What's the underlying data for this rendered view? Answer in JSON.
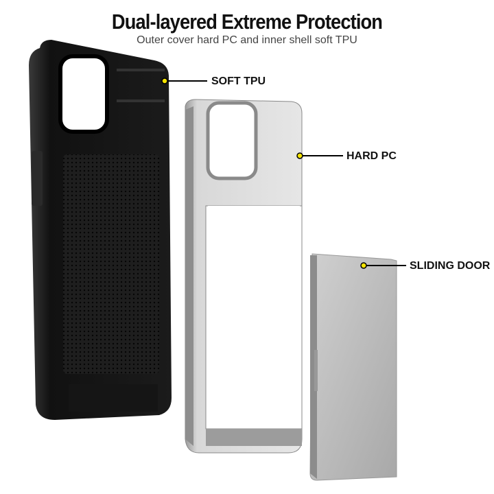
{
  "header": {
    "title": "Dual-layered Extreme Protection",
    "subtitle": "Outer cover hard PC  and inner shell soft TPU"
  },
  "callouts": [
    {
      "label": "SOFT TPU"
    },
    {
      "label": "HARD PC"
    },
    {
      "label": "SLIDING DOOR"
    }
  ],
  "colors": {
    "marker": "#f5e400",
    "tpu": "#1a1a1a",
    "pc": "#c8c8c8",
    "door": "#b5b5b5"
  }
}
